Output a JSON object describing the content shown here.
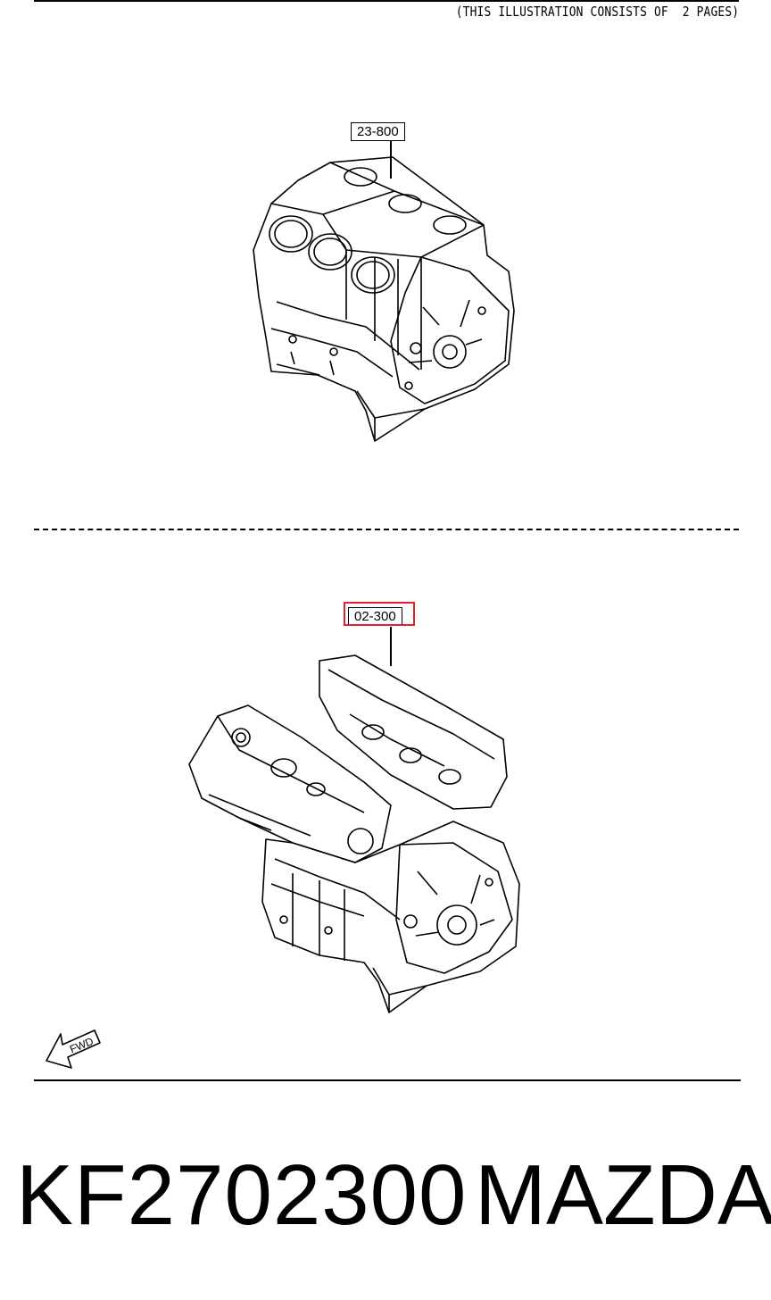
{
  "header_note": "(THIS ILLUSTRATION CONSISTS OF  2 PAGES)",
  "callouts": {
    "upper": "23-800",
    "lower": "02-300"
  },
  "fwd_label": "FWD",
  "footer": {
    "part_number": "KF2702300",
    "manufacturer": "MAZDA"
  },
  "colors": {
    "line": "#000000",
    "highlight": "#e0232b",
    "background": "#ffffff"
  },
  "icons": [
    "fwd-arrow-icon"
  ]
}
